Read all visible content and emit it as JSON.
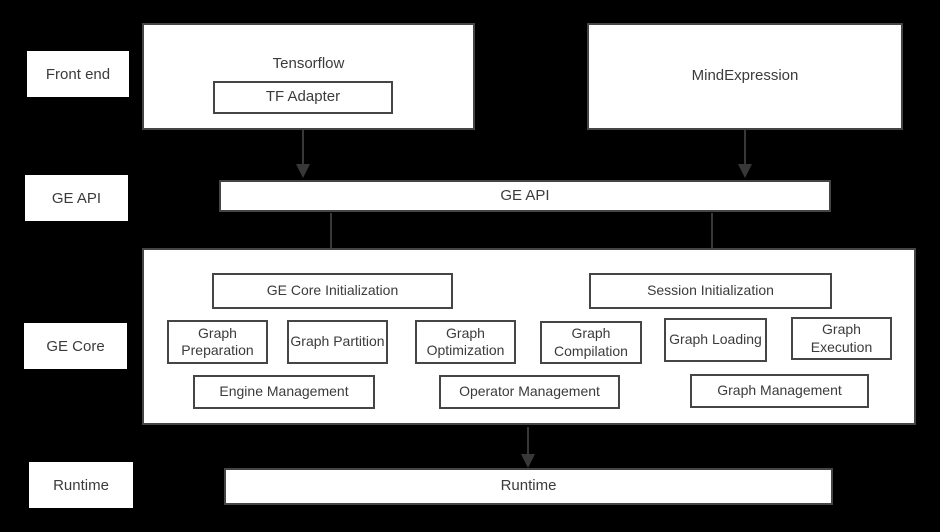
{
  "colors": {
    "background": "#000000",
    "box_fill": "#ffffff",
    "box_border": "#454545",
    "text": "#3b3b3b",
    "arrow": "#383838"
  },
  "side_labels": [
    {
      "label": "Front end"
    },
    {
      "label": "GE API"
    },
    {
      "label": "GE Core"
    },
    {
      "label": "Runtime"
    }
  ],
  "frontend": {
    "tensorflow_label": "Tensorflow",
    "tf_adapter_label": "TF Adapter",
    "mindexpression_label": "MindExpression"
  },
  "api": {
    "label": "GE API"
  },
  "core": {
    "init": [
      "GE Core Initialization",
      "Session Initialization"
    ],
    "stages": [
      "Graph Preparation",
      "Graph Partition",
      "Graph Optimization",
      "Graph Compilation",
      "Graph Loading",
      "Graph Execution"
    ],
    "management": [
      "Engine Management",
      "Operator Management",
      "Graph Management"
    ]
  },
  "runtime": {
    "label": "Runtime"
  }
}
